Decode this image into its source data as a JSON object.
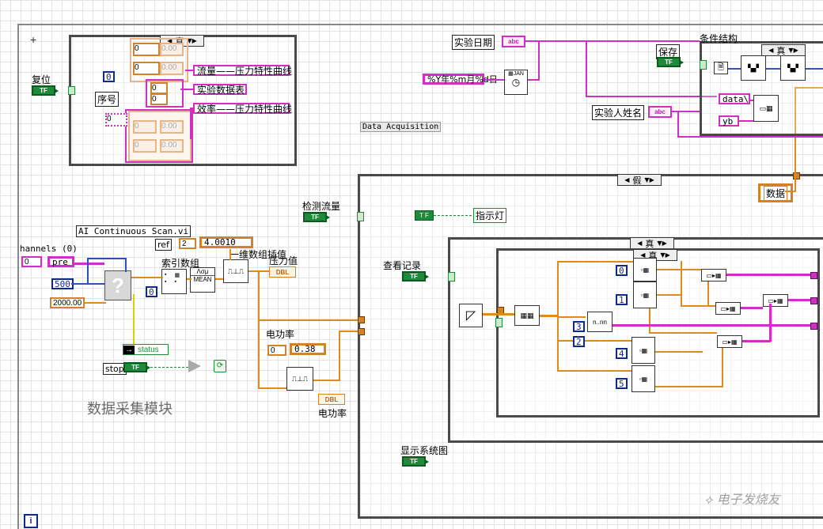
{
  "bool_label": "TF",
  "abc_label": "abc",
  "dbl_label": "DBL",
  "case_true": "真",
  "case_false": "假",
  "top_panel": {
    "reset_label": "复位",
    "seq_label": "序号",
    "seq_value": "0",
    "cluster_zero": "0",
    "cluster_placeholder": "0.00",
    "strings": [
      "流量——压力特性曲线",
      "实验数据表",
      "效率——压力特性曲线"
    ]
  },
  "left_area": {
    "channels_label": "hannels (0)",
    "channels_value": "0",
    "channels_text": "pre",
    "ai_scan_label": "AI Continuous Scan.vi",
    "ref_label": "ref",
    "ref_value": "2",
    "ref_result": "4.0010",
    "index_array_label": "索引数组",
    "const_500": "500",
    "const_2000": "2000.00",
    "const_0": "0",
    "mean_label": "MEAN",
    "interp_label": "一维数组插值",
    "pressure_label": "压力值",
    "status_label": "status",
    "stop_label": "stop",
    "power_label": "电功率",
    "power_index": "0",
    "power_value": "0.38",
    "power_out_label": "电功率",
    "caption": "数据采集模块"
  },
  "center_area": {
    "daq_label": "Data Acquisition",
    "detect_flow_label": "检测流量",
    "indicator_label": "指示灯",
    "view_record_label": "查看记录",
    "show_system_label": "显示系统图",
    "data_label": "数据"
  },
  "right_top": {
    "date_label": "实验日期",
    "date_format": "%Y年%m月%d日",
    "save_label": "保存",
    "condition_label": "条件结构",
    "name_label": "实验人姓名",
    "data_path": "data\\",
    "yb_label": "yb"
  },
  "numeric_consts": [
    "0",
    "1",
    "3",
    "2",
    "4",
    "5"
  ],
  "watermark": "电子发烧友",
  "info_icon": "i"
}
